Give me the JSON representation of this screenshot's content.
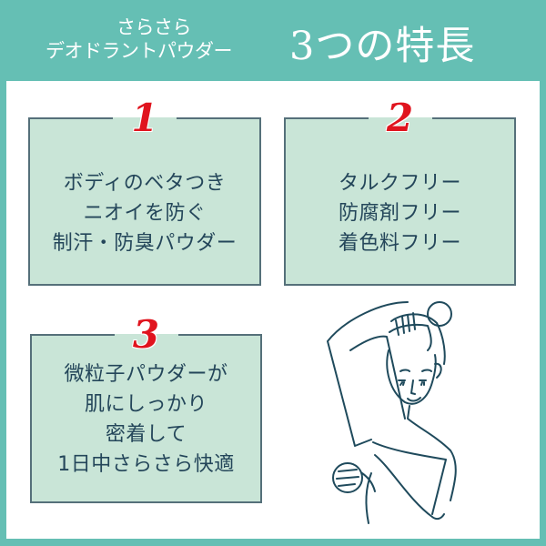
{
  "header": {
    "subtitle_line1": "さらさら",
    "subtitle_line2": "デオドラントパウダー",
    "title": "3つの特長"
  },
  "features": [
    {
      "number": "1",
      "lines": [
        "ボディのベタつき",
        "ニオイを防ぐ",
        "制汗・防臭パウダー"
      ]
    },
    {
      "number": "2",
      "lines": [
        "タルクフリー",
        "防腐剤フリー",
        "着色料フリー"
      ]
    },
    {
      "number": "3",
      "lines": [
        "微粒子パウダーが",
        "肌にしっかり",
        "密着して",
        "1日中さらさら快適"
      ]
    }
  ],
  "illustration": {
    "icon": "woman-applying-powder-icon"
  },
  "colors": {
    "frame": "#65bfb4",
    "box_fill": "#c9e5d7",
    "box_border": "#55707a",
    "number": "#e0141e",
    "text": "#24465a",
    "line_art": "#1f4a5c"
  }
}
